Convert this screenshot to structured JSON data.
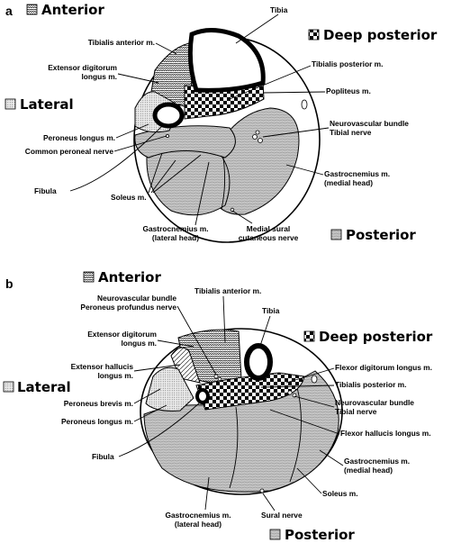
{
  "panel_a": {
    "letter": "a",
    "compartments": {
      "anterior": "Anterior",
      "lateral": "Lateral",
      "deep_posterior": "Deep posterior",
      "posterior": "Posterior"
    },
    "labels": {
      "tibia": "Tibia",
      "tibialis_anterior": "Tibialis anterior m.",
      "ext_dig_1": "Extensor digitorum",
      "ext_dig_2": "longus m.",
      "tibialis_posterior": "Tibialis posterior m.",
      "popliteus": "Popliteus m.",
      "nvb_1": "Neurovascular bundle",
      "nvb_2": "Tibial nerve",
      "peroneus_longus": "Peroneus longus m.",
      "common_peroneal": "Common peroneal nerve",
      "fibula": "Fibula",
      "soleus": "Soleus m.",
      "gastro_medial_1": "Gastrocnemius m.",
      "gastro_medial_2": "(medial head)",
      "gastro_lateral_1": "Gastrocnemius m.",
      "gastro_lateral_2": "(lateral head)",
      "medial_sural_1": "Medial sural",
      "medial_sural_2": "cutaneous nerve"
    }
  },
  "panel_b": {
    "letter": "b",
    "compartments": {
      "anterior": "Anterior",
      "lateral": "Lateral",
      "deep_posterior": "Deep posterior",
      "posterior": "Posterior"
    },
    "labels": {
      "nvb_1": "Neurovascular bundle",
      "nvb_2": "Peroneus profundus nerve",
      "tibialis_anterior": "Tibialis anterior m.",
      "tibia": "Tibia",
      "ext_dig_1": "Extensor digitorum",
      "ext_dig_2": "longus m.",
      "ext_hal_1": "Extensor hallucis",
      "ext_hal_2": "longus m.",
      "flexor_dig": "Flexor digitorum longus m.",
      "tibialis_posterior": "Tibialis posterior m.",
      "nvb_tib_1": "Neurovascular bundle",
      "nvb_tib_2": "Tibial nerve",
      "peroneus_brevis": "Peroneus brevis m.",
      "peroneus_longus": "Peroneus longus m.",
      "flexor_hal": "Flexor hallucis longus m.",
      "fibula": "Fibula",
      "gastro_medial_1": "Gastrocnemius m.",
      "gastro_medial_2": "(medial head)",
      "soleus": "Soleus m.",
      "gastro_lateral_1": "Gastrocnemius m.",
      "gastro_lateral_2": "(lateral head)",
      "sural": "Sural nerve"
    }
  }
}
